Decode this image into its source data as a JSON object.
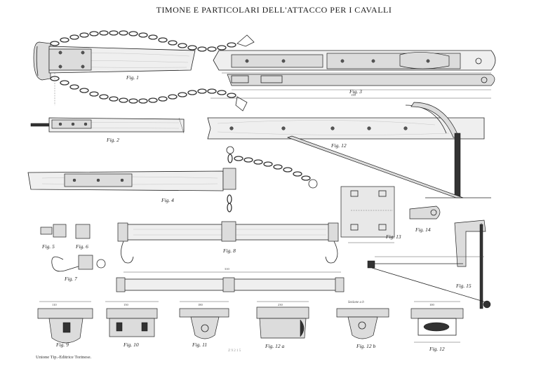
{
  "plate": {
    "title": "TIMONE E PARTICOLARI DELL'ATTACCO PER I CAVALLI",
    "publisher": "Unione Tip.-Editrice Torinese.",
    "stamp": "Z9215"
  },
  "figures": {
    "fig1": "Fig. 1",
    "fig2": "Fig. 2",
    "fig3": "Fig. 3",
    "fig4": "Fig. 4",
    "fig5": "Fig. 5",
    "fig6": "Fig. 6",
    "fig7": "Fig. 7",
    "fig8": "Fig. 8",
    "fig9": "Fig. 9",
    "fig10": "Fig. 10",
    "fig11": "Fig. 11",
    "fig12": "Fig. 12",
    "fig12a": "Fig. 12 a",
    "fig12b": "Fig. 12 b",
    "fig13": "Fig. 13",
    "fig14": "Fig. 14",
    "fig15": "Fig. 15"
  },
  "annotations": {
    "sezione": "Sezione a b",
    "measure_1": "110",
    "measure_2": "150",
    "measure_3": "180",
    "measure_4": "230",
    "measure_5": "100",
    "measure_6": "310",
    "measure_7": "150"
  }
}
